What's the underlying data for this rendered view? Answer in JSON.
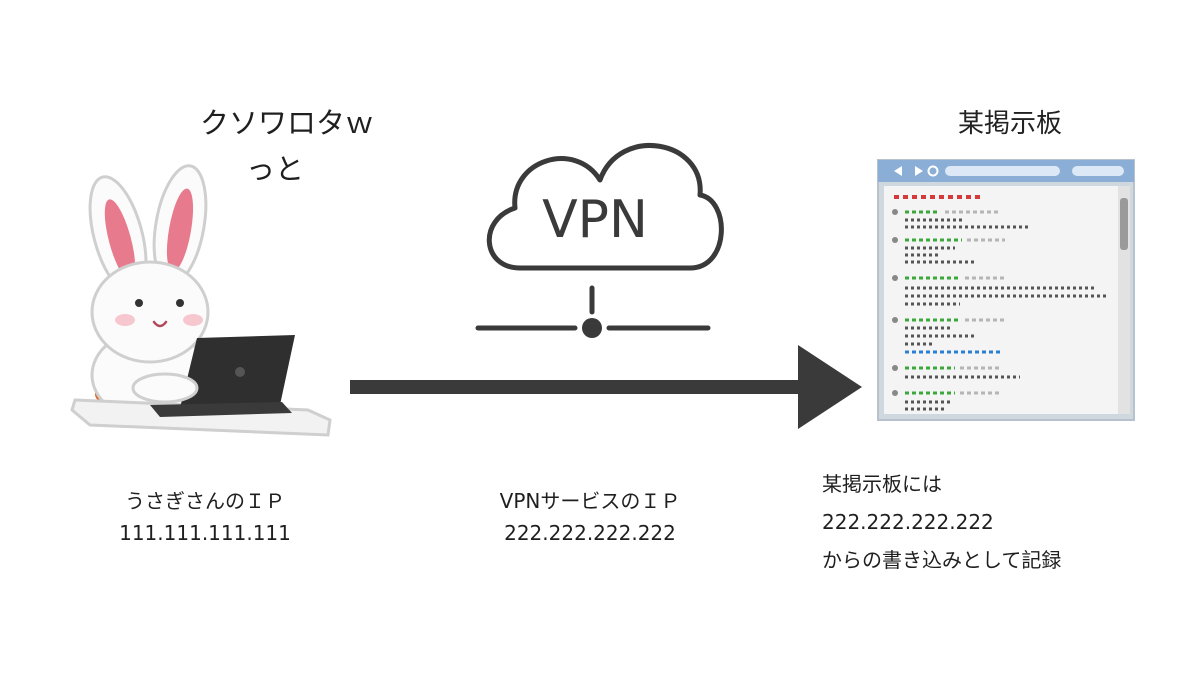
{
  "speech": {
    "line1": "クソワロタｗ",
    "line2": "っと"
  },
  "vpn_label": "VPN",
  "board": {
    "title": "某掲示板"
  },
  "captions": {
    "user": {
      "line1": "うさぎさんのＩＰ",
      "line2": "111.111.111.111"
    },
    "vpn": {
      "line1": "VPNサービスのＩＰ",
      "line2": "222.222.222.222"
    },
    "board": {
      "line1": "某掲示板には",
      "line2": "222.222.222.222",
      "line3": "からの書き込みとして記録"
    }
  },
  "colors": {
    "arrow": "#3a3a3a",
    "cloud_stroke": "#3a3a3a",
    "rabbit_ear_inner": "#e77b8d",
    "laptop": "#2f2f2f",
    "browser_bar": "#8aaed6",
    "post_green": "#3aa83a",
    "post_red": "#d43a3a",
    "post_blue": "#2a7fd4"
  }
}
